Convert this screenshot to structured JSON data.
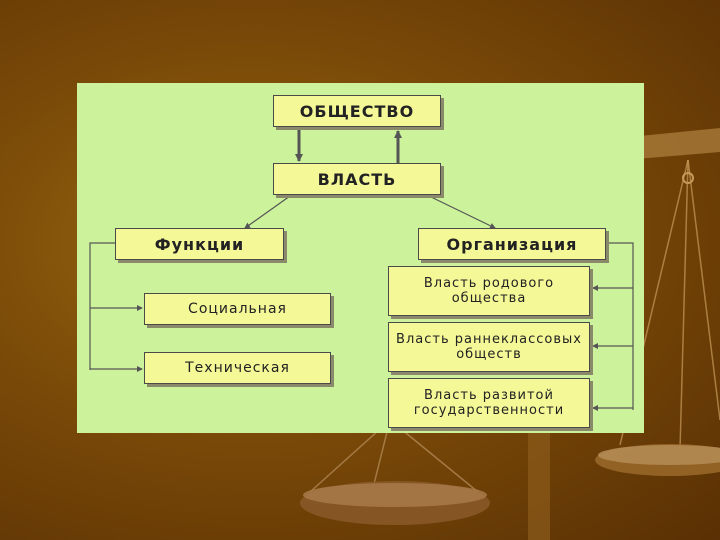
{
  "colors": {
    "background": "#7a4a08",
    "panel": "#ccf39b",
    "box_fill": "#f4f897",
    "box_border": "#4a4a4a",
    "arrow": "#555555"
  },
  "diagram": {
    "society": "ОБЩЕСТВО",
    "power": "ВЛАСТЬ",
    "functions": {
      "title": "Функции",
      "items": [
        "Социальная",
        "Техническая"
      ]
    },
    "organization": {
      "title": "Организация",
      "items": [
        "Власть родового общества",
        "Власть раннеклассовых обществ",
        "Власть развитой государственности"
      ]
    }
  }
}
